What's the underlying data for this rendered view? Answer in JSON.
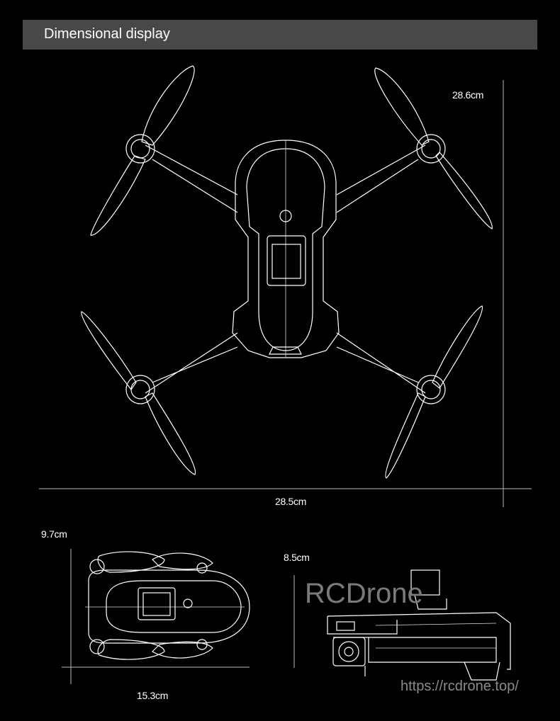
{
  "header": {
    "title": "Dimensional display"
  },
  "dimensions": {
    "unfolded_length": "28.6cm",
    "unfolded_width": "28.5cm",
    "folded_width": "9.7cm",
    "folded_length": "15.3cm",
    "height": "8.5cm"
  },
  "watermark": {
    "brand": "RCDrone",
    "url": "https://rcdrone.top/"
  }
}
